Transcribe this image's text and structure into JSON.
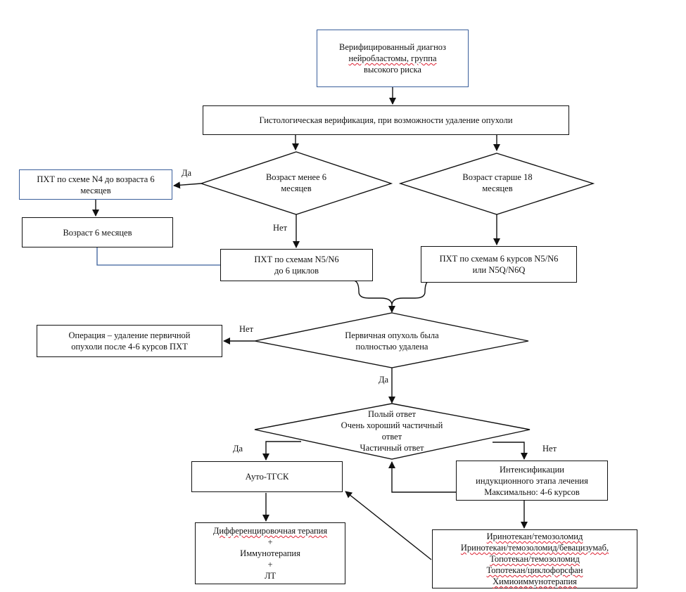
{
  "nodes": {
    "diagnosis": {
      "l1": "Верифицированный диагноз",
      "l2": "нейробластомы, группа",
      "l3": "высокого риска"
    },
    "histology": "Гистологическая верификация, при возможности удаление опухоли",
    "age_under6": {
      "l1": "Возраст менее 6",
      "l2": "месяцев"
    },
    "age_over18": {
      "l1": "Возраст старше 18",
      "l2": "месяцев"
    },
    "pxt_n4": {
      "l1": "ПХТ по схеме N4 до возраста 6",
      "l2": "месяцев"
    },
    "age6": "Возраст 6 месяцев",
    "pxt_n5n6": {
      "l1": "ПХТ по схемам N5/N6",
      "l2": "до 6 циклов"
    },
    "pxt_6courses": {
      "l1": "ПХТ по схемам 6 курсов N5/N6",
      "l2": "или N5Q/N6Q"
    },
    "primary_removed": {
      "l1": "Первичная опухоль была",
      "l2": "полностью удалена"
    },
    "operation": {
      "l1": "Операция – удаление первичной",
      "l2": "опухоли после 4-6 курсов ПХТ"
    },
    "response": {
      "l1": "Полый ответ",
      "l2": "Очень хороший частичный",
      "l3": "ответ",
      "l4": "Частичный ответ"
    },
    "auto_tgsk": "Ауто-ТГСК",
    "intensification": {
      "l1": "Интенсификации",
      "l2": "индукционного этапа лечения",
      "l3": "Максимально: 4-6 курсов"
    },
    "diff_therapy": {
      "l1": "Дифференцировочная терапия",
      "l2": "+",
      "l3": "Иммунотерапия",
      "l4": "+",
      "l5": "ЛТ"
    },
    "regimens": {
      "l1": "Иринотекан/темозоломид",
      "l2": "Иринотекан/темозоломид/бевацизумаб,",
      "l3": "Топотекан/темозоломид",
      "l4": "Топотекан/циклофорсфан",
      "l5": "Химиоиммунотерапия"
    }
  },
  "edge_labels": {
    "yes_left": "Да",
    "no_under6": "Нет",
    "no_primary": "Нет",
    "yes_primary": "Да",
    "yes_response": "Да",
    "no_response": "Нет"
  },
  "colors": {
    "line": "#111111",
    "blue_border": "#3a5f9b",
    "spellcheck": "#dd2233"
  }
}
